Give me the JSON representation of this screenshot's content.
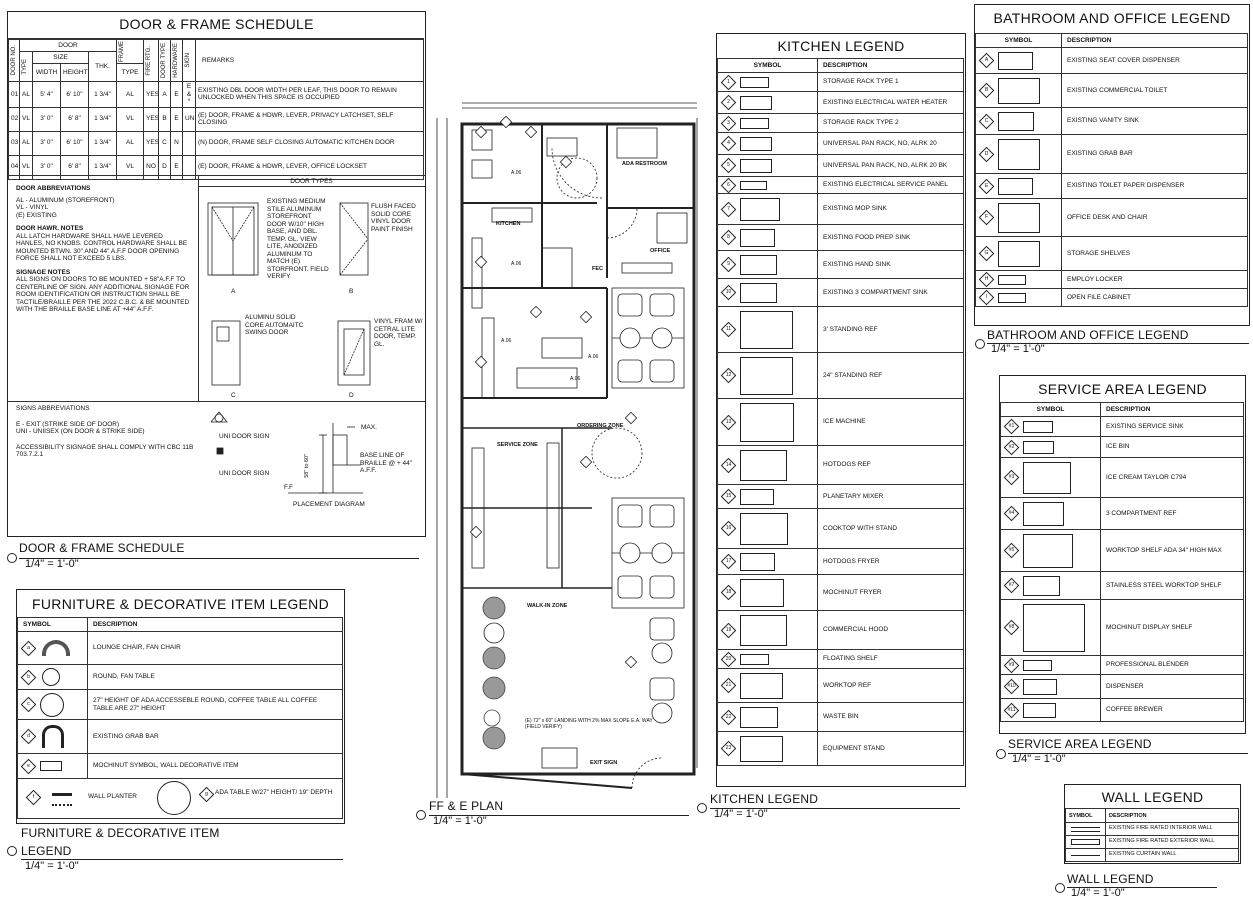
{
  "door_schedule": {
    "title": "DOOR & FRAME SCHEDULE",
    "headers": {
      "door_no": "DOOR NO.",
      "door": "DOOR",
      "type": "TYPE",
      "size": "SIZE",
      "width": "WIDTH",
      "height": "HEIGHT",
      "thk": "THK.",
      "frame": "FRAME",
      "frame_type": "TYPE",
      "fire_rtg": "FIRE RTG.",
      "door_type": "DOOR TYPE",
      "hardware": "HARDWARE",
      "sign": "SIGN",
      "remarks": "REMARKS"
    },
    "rows": [
      {
        "no": "01",
        "type": "AL",
        "width": "5' 4\"",
        "height": "6' 10\"",
        "thk": "1 3/4\"",
        "ftype": "AL",
        "fire": "YES",
        "dtype": "A",
        "hw": "E",
        "sign": "E & *",
        "remarks": "EXISTING DBL DOOR WIDTH PER LEAF, THIS DOOR TO REMAIN UNLOCKED WHEN THIS SPACE IS OCCUPIED"
      },
      {
        "no": "02",
        "type": "VL",
        "width": "3' 0\"",
        "height": "6' 8\"",
        "thk": "1 3/4\"",
        "ftype": "VL",
        "fire": "YES",
        "dtype": "B",
        "hw": "E",
        "sign": "UNI",
        "remarks": "(E) DOOR, FRAME & HDWR, LEVER, PRIVACY LATCHSET, SELF CLOSING"
      },
      {
        "no": "03",
        "type": "AL",
        "width": "3' 0\"",
        "height": "6' 10\"",
        "thk": "1 3/4\"",
        "ftype": "AL",
        "fire": "YES",
        "dtype": "C",
        "hw": "N",
        "sign": "",
        "remarks": "(N) DOOR, FRAME SELF CLOSING AUTOMATIC KITCHEN DOOR"
      },
      {
        "no": "04",
        "type": "VL",
        "width": "3' 0\"",
        "height": "6' 8\"",
        "thk": "1 3/4\"",
        "ftype": "VL",
        "fire": "NO",
        "dtype": "D",
        "hw": "E",
        "sign": "",
        "remarks": "(E) DOOR, FRAME & HDWR, LEVER, OFFICE LOCKSET"
      }
    ],
    "abbr_title": "DOOR ABBREVIATIONS",
    "abbr": [
      "AL - ALUMINUM (STOREFRONT)",
      "VL - VINYL",
      "(E) EXISTING"
    ],
    "hdwr_title": "DOOR HAWR. NOTES",
    "hdwr_text": "ALL LATCH HARDWARE SHALL HAVE LEVERED HANLES, NO KNOBS. CONTROL HARDWARE SHALL BE MOUNTED BTWN. 30\" AND 44\" A.F.F DOOR OPENING FORCE SHALL NOT EXCEED 5 LBS.",
    "signage_title": "SIGNAGE NOTES",
    "signage_text": "ALL SIGNS ON DOORS TO BE MOUNTED + 58\"A.F.F TO CENTERLINE OF SIGN. ANY ADDITIONAL SIGNAGE FOR ROOM IDENTIFICATION OR INSTRUCTION SHALL BE TACTILE/BRAILLE PER THE 2022 C.B.C. & BE MOUNTED WITH THE BRAILLE BASE LINE AT +44\" A.F.F.",
    "door_types_title": "DOOR TYPES",
    "door_type_a": "EXISTING MEDIUM STILE ALUMINUM STOREFRONT DOOR W/10\" HIGH BASE, AND DBL. TEMP. GL. VIEW LITE, ANODIZED ALUMINUM TO MATCH (E) STORFRONT. FIELD VERIFY",
    "door_type_b": "FLUSH FACED SOLID CORE VINYL DOOR PAINT FINISH",
    "door_type_c": "ALUMINU SOLID CORE AUTOMAITC SWING DOOR",
    "door_type_d": "VINYL FRAM W/ CETRAL LITE DOOR, TEMP. GL.",
    "letters": [
      "A",
      "B",
      "C",
      "D"
    ],
    "signs_title": "SIGNS ABBREVIATIONS",
    "signs": [
      "E - EXIT (STRIKE SIDE OF DOOR)",
      "UNI - UNIISEX (ON DOOR & STRIKE SIDE)"
    ],
    "access_note": "ACCESSIBILITY SIGNAGE SHALL COMPLY WITH CBC 11B 703.7.2.1",
    "uni_sign": "UNI DOOR SIGN",
    "max": "MAX.",
    "base_line": "BASE LINE OF BRAILLE @ + 44\" A.F.F.",
    "dim": "58\" to 60\"",
    "ff": "F.F",
    "placement": "PLACEMENT DIAGRAM",
    "caption": "DOOR & FRAME SCHEDULE",
    "scale": "1/4\" = 1'-0\""
  },
  "furniture": {
    "title": "FURNITURE & DECORATIVE ITEM LEGEND",
    "col_symbol": "SYMBOL",
    "col_desc": "DESCRIPTION",
    "items": [
      "LOUNGE CHAIR, FAN CHAIR",
      "ROUND, FAN TABLE",
      "27\" HEIGHT OF ADA ACCESSEBLE ROUND, COFFEE TABLE ALL COFFEE TABLE ARE 27\" HEIGHT",
      "EXISTING GRAB BAR",
      "MOCHINUT SYMBOL, WALL DECORATIVE ITEM"
    ],
    "planter": "WALL PLANTER",
    "ada_table": "ADA TABLE W/27\" HEIGHT/ 19\" DEPTH",
    "caption1": "FURNITURE & DECORATIVE ITEM",
    "caption2": "LEGEND",
    "scale": "1/4\" = 1'-0\""
  },
  "plan": {
    "caption": "FF & E PLAN",
    "scale": "1/4\" = 1'-0\"",
    "labels": {
      "kitchen": "KITCHEN",
      "ada": "ADA RESTROOM",
      "office": "OFFICE",
      "fec": "FEC",
      "ordering": "ORDERING ZONE",
      "service": "SERVICE ZONE",
      "walkin": "WALK-IN ZONE",
      "exit": "EXIT SIGN",
      "landing": "(E) 72\" x 60\" LANDING WITH 2% MAX SLOPE E.A. WAY (FIELD VERIFY)"
    },
    "tags": [
      "A.06",
      "A.06",
      "A.06",
      "A.06",
      "A.06"
    ]
  },
  "kitchen": {
    "title": "KITCHEN LEGEND",
    "col_symbol": "SYMBOL",
    "col_desc": "DESCRIPTION",
    "items": [
      {
        "n": "1",
        "d": "STORAGE RACK TYPE 1",
        "h": 19
      },
      {
        "n": "2",
        "d": "EXISTING ELECTRICAL WATER HEATER",
        "h": 22
      },
      {
        "n": "3",
        "d": "STORAGE RACK TYPE 2",
        "h": 19
      },
      {
        "n": "4",
        "d": "UNIVERSAL PAN RACK, NO, ALRK 20",
        "h": 22
      },
      {
        "n": "5",
        "d": "UNIVERSAL PAN RACK, NO, ALRK 20 BK",
        "h": 22
      },
      {
        "n": "6",
        "d": "EXISTING ELECTRICAL SERVICE PANEL",
        "h": 17
      },
      {
        "n": "7",
        "d": "EXISTING MOP SINK",
        "h": 31
      },
      {
        "n": "8",
        "d": "EXISTING FOOD PREP SINK",
        "h": 26
      },
      {
        "n": "9",
        "d": "EXISTING HAND SINK",
        "h": 28
      },
      {
        "n": "10",
        "d": "EXISTING 3 COMPARTMENT SINK",
        "h": 28
      },
      {
        "n": "11",
        "d": "3' STANDING REF",
        "h": 46
      },
      {
        "n": "12",
        "d": "24\" STANDING REF",
        "h": 46
      },
      {
        "n": "13",
        "d": "ICE MACHINE",
        "h": 47
      },
      {
        "n": "14",
        "d": "HOTDOGS REF",
        "h": 39
      },
      {
        "n": "15",
        "d": "PLANETARY MIXER",
        "h": 24
      },
      {
        "n": "16",
        "d": "COOKTOP WITH STAND",
        "h": 40
      },
      {
        "n": "17",
        "d": "HOTDOGS FRYER",
        "h": 26
      },
      {
        "n": "18",
        "d": "MOCHINUT FRYER",
        "h": 36
      },
      {
        "n": "19",
        "d": "COMMERCIAL HOOD",
        "h": 39
      },
      {
        "n": "20",
        "d": "FLOATING SHELF",
        "h": 19
      },
      {
        "n": "21",
        "d": "WORKTOP REF",
        "h": 34
      },
      {
        "n": "22",
        "d": "WASTE BIN",
        "h": 29
      },
      {
        "n": "23",
        "d": "EQUIPMENT STAND",
        "h": 34
      }
    ],
    "caption": "KITCHEN LEGEND",
    "scale": "1/4\" = 1'-0\""
  },
  "bathroom": {
    "title": "BATHROOM AND OFFICE LEGEND",
    "col_symbol": "SYMBOL",
    "col_desc": "DESCRIPTION",
    "items": [
      {
        "n": "A",
        "d": "EXISTING SEAT COVER DISPENSER",
        "h": 26
      },
      {
        "n": "B",
        "d": "EXISTING COMMERCIAL TOILET",
        "h": 34
      },
      {
        "n": "C",
        "d": "EXISTING VANITY SINK",
        "h": 27
      },
      {
        "n": "D",
        "d": "EXISTING GRAB BAR",
        "h": 39
      },
      {
        "n": "E",
        "d": "EXISTING TOILET PAPER DISPENSER",
        "h": 25
      },
      {
        "n": "F",
        "d": "OFFICE DESK AND CHAIR",
        "h": 38
      },
      {
        "n": "G",
        "d": "STORAGE SHELVES",
        "h": 34
      },
      {
        "n": "H",
        "d": "EMPLOY LOCKER",
        "h": 18
      },
      {
        "n": "I",
        "d": "OPEN FILE CABINET",
        "h": 18
      }
    ],
    "caption": "BATHROOM AND OFFICE LEGEND",
    "scale": "1/4\" = 1'-0\""
  },
  "service": {
    "title": "SERVICE AREA LEGEND",
    "col_symbol": "SYMBOL",
    "col_desc": "DESCRIPTION",
    "items": [
      {
        "n": "#1",
        "d": "EXISTING SERVICE SINK",
        "h": 20
      },
      {
        "n": "#2",
        "d": "ICE BIN",
        "h": 21
      },
      {
        "n": "#3",
        "d": "ICE CREAM TAYLOR C794",
        "h": 40
      },
      {
        "n": "#4",
        "d": "3 COMPARTMENT REF",
        "h": 32
      },
      {
        "n": "#5",
        "d": "WORKTOP SHELF ADA 34\" HIGH MAX",
        "h": 42
      },
      {
        "n": "#7",
        "d": "STAINLESS STEEL WORKTOP SHELF",
        "h": 28
      },
      {
        "n": "#8",
        "d": "MOCHINUT DISPLAY SHELF",
        "h": 56
      },
      {
        "n": "#9",
        "d": "PROFESSIONAL BLENDER",
        "h": 19
      },
      {
        "n": "#10",
        "d": "DISPENSER",
        "h": 24
      },
      {
        "n": "#11",
        "d": "COFFEE BREWER",
        "h": 23
      }
    ],
    "caption": "SERVICE AREA LEGEND",
    "scale": "1/4\" = 1'-0\""
  },
  "wall": {
    "title": "WALL LEGEND",
    "col_symbol": "SYMBOL",
    "col_desc": "DESCRIPTION",
    "items": [
      "EXISTING FIRE RATED INTERIOR WALL",
      "EXISTING FIRE RATED EXTERIOR WALL",
      "EXISTING CURTAIN WALL"
    ],
    "caption": "WALL LEGEND",
    "scale": "1/4\" = 1'-0\""
  }
}
